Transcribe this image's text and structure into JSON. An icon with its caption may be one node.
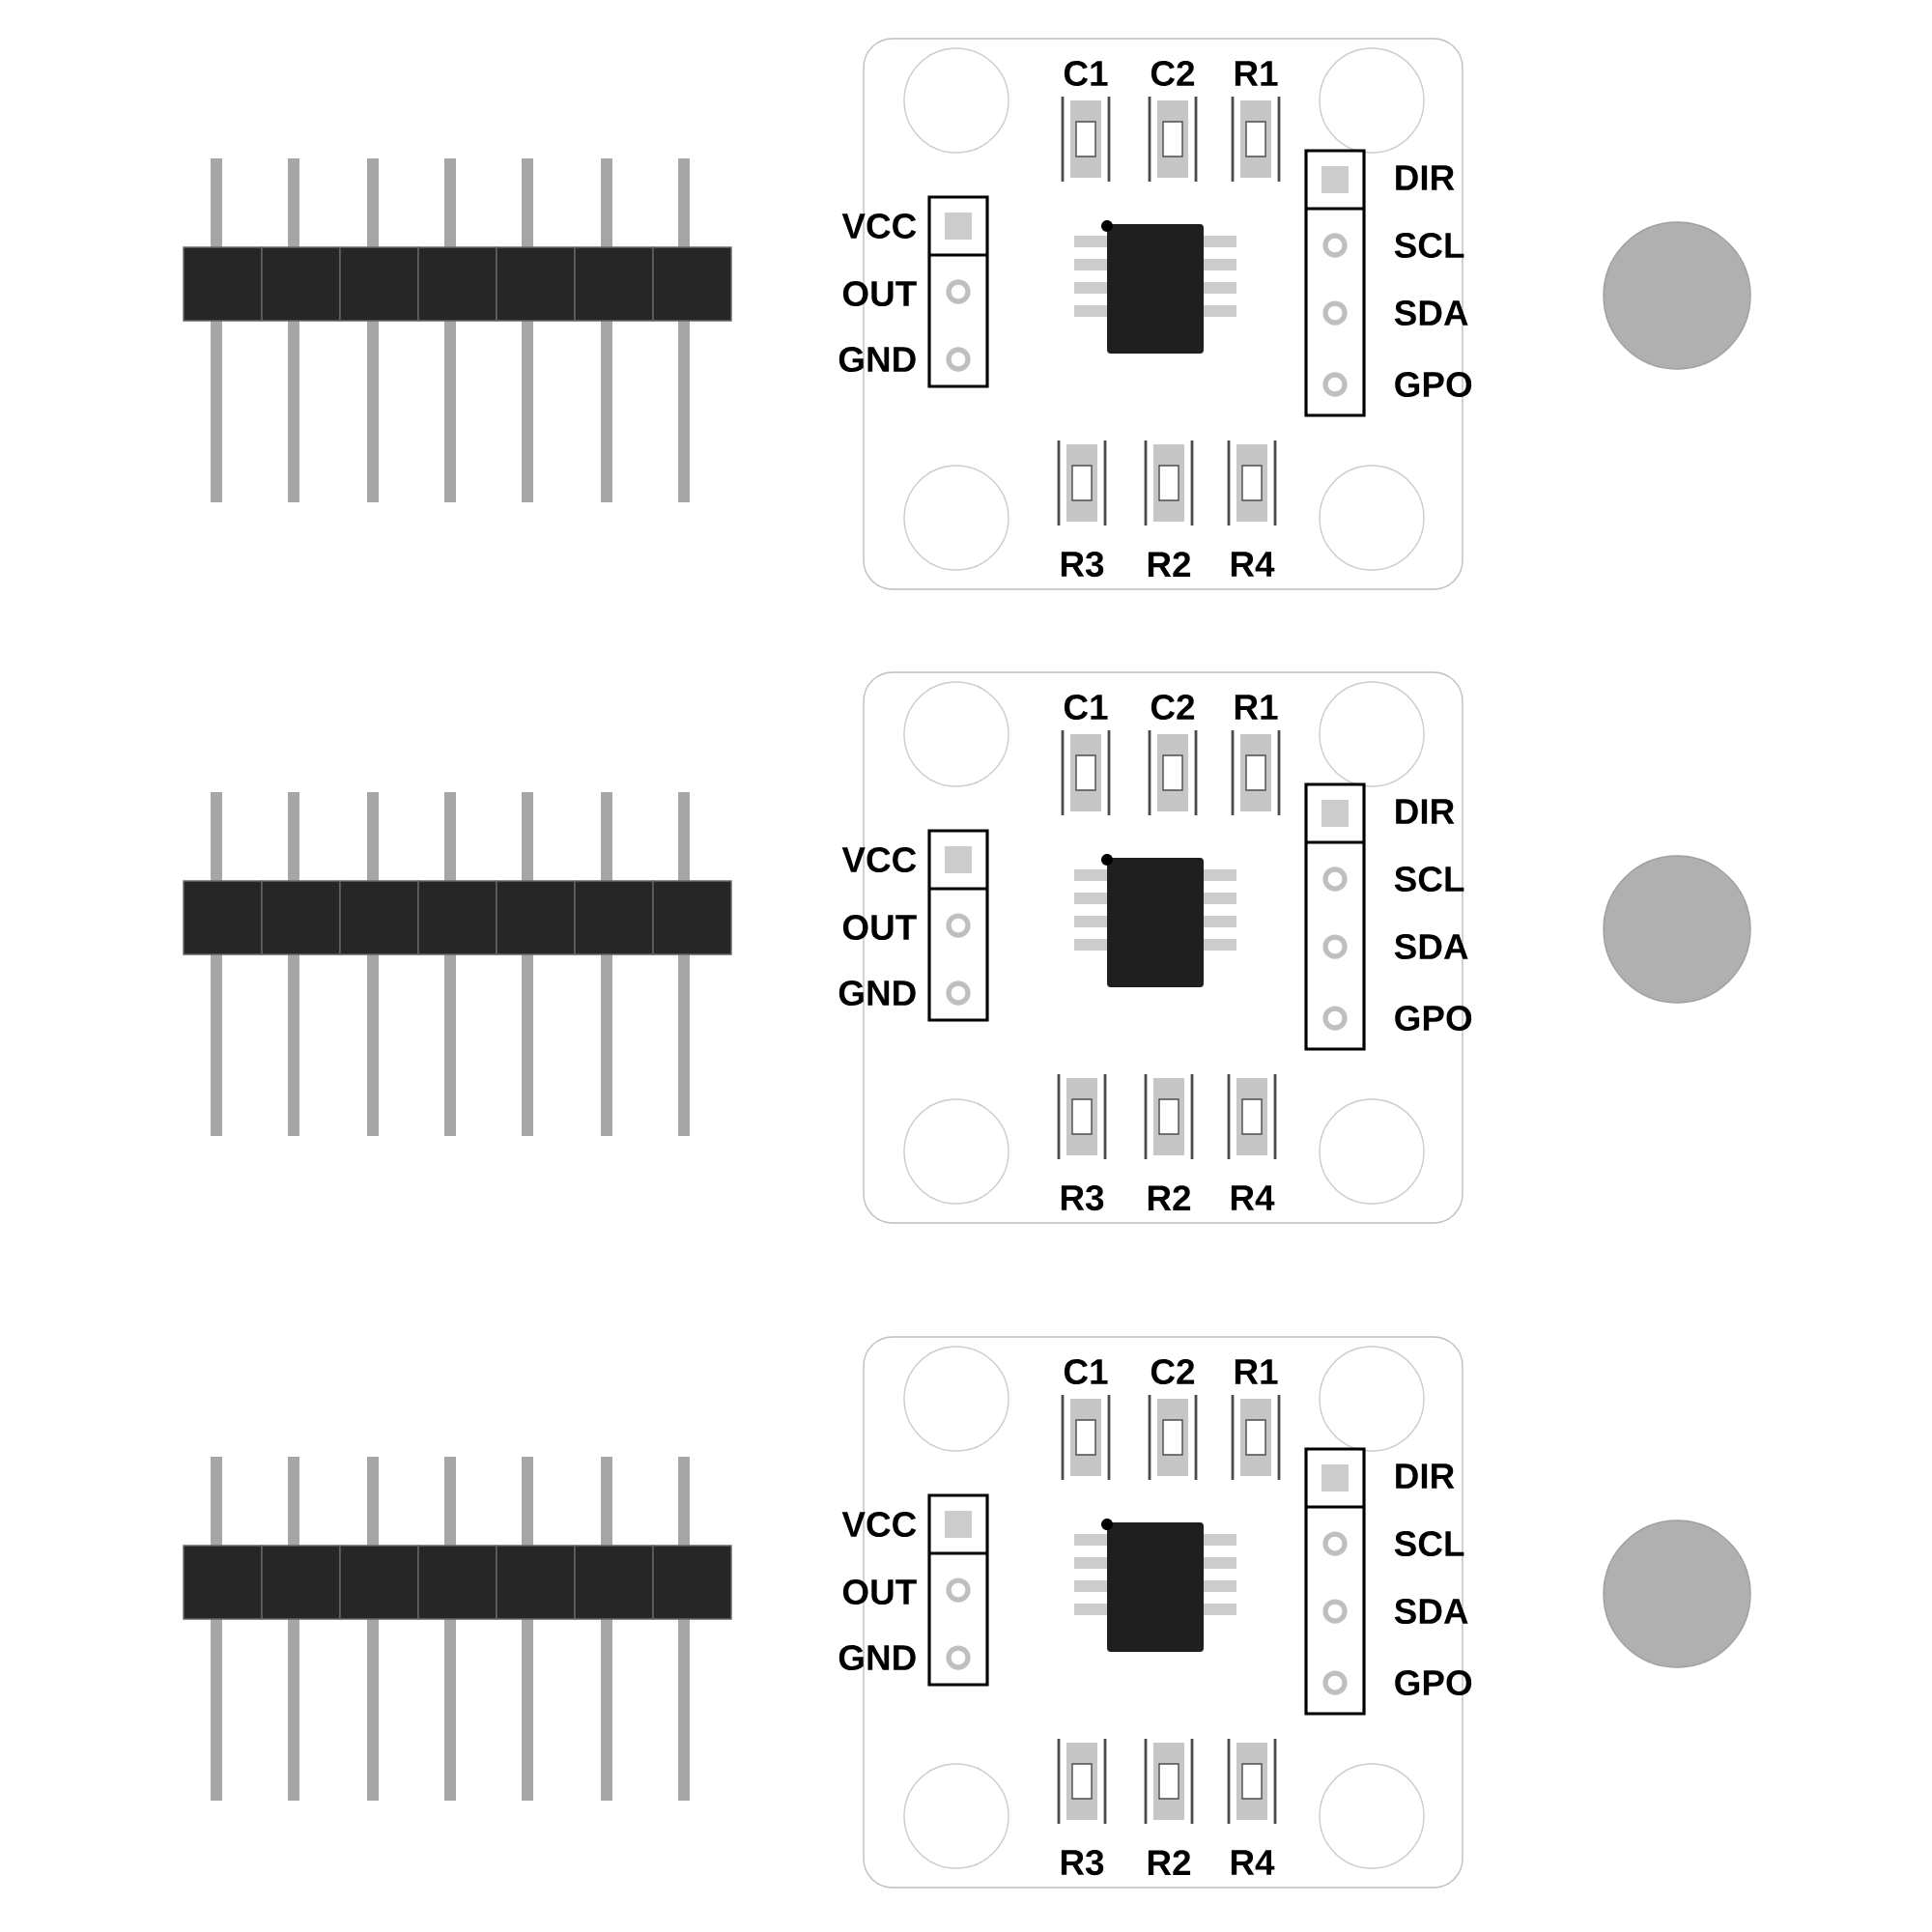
{
  "diagram": {
    "nodes": [
      {
        "text": [],
        "shape": "circle"
      },
      {
        "text": [],
        "shape": "circle"
      },
      {
        "text": [],
        "shape": "circle"
      }
    ],
    "labels": [
      "C1",
      "C2",
      "R1",
      "DIR",
      "VCC",
      "SCL",
      "OUT",
      "SDA",
      "GND",
      "GPO",
      "R3",
      "R2",
      "R4",
      "C1",
      "C2",
      "R1",
      "DIR",
      "VCC",
      "SCL",
      "OUT",
      "SDA",
      "GND",
      "GPO",
      "R3",
      "R2",
      "R4",
      "C1",
      "C2",
      "R1",
      "DIR",
      "VCC",
      "SCL",
      "OUT",
      "SDA",
      "GND",
      "GPO",
      "R3",
      "R2",
      "R4"
    ]
  }
}
